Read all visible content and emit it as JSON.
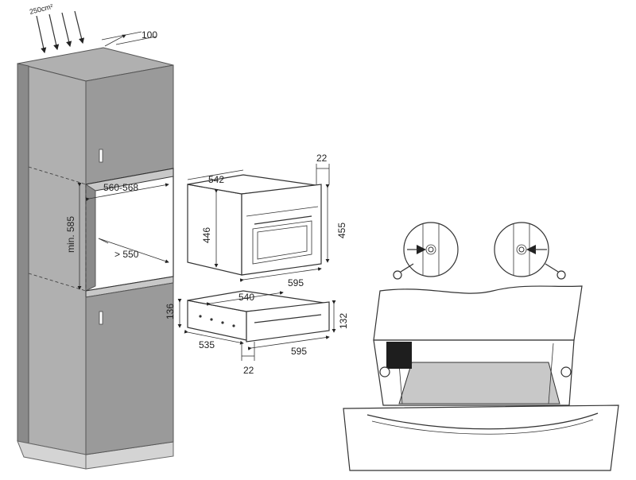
{
  "labels": {
    "airflow": "250cm²",
    "gap": "100",
    "niche_width": "560-568",
    "niche_height": "min. 585",
    "niche_depth": "> 550",
    "oven_depth": "542",
    "oven_front": "22",
    "oven_body_height": "446",
    "oven_height": "455",
    "oven_width": "595",
    "drawer_depth": "540",
    "drawer_body_height": "136",
    "drawer_side": "535",
    "drawer_height": "132",
    "drawer_width": "595",
    "drawer_front": "22"
  },
  "colors": {
    "cabinet": "#9a9a9a",
    "cabinet_side": "#b0b0b0",
    "base": "#d4d4d4",
    "line": "#333333"
  }
}
